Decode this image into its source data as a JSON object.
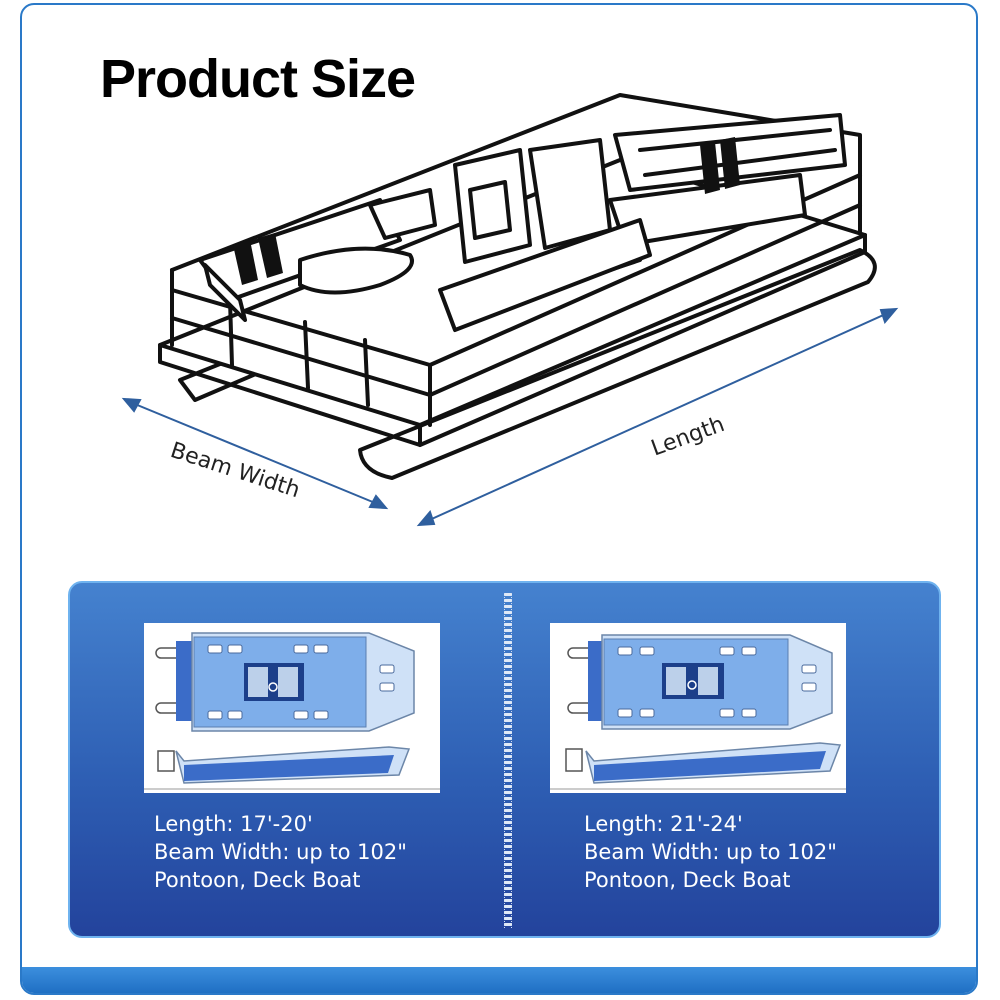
{
  "title": "Product Size",
  "diagram": {
    "beam_label": "Beam Width",
    "length_label": "Length"
  },
  "sizes": [
    {
      "length": "Length: 17'-20'",
      "beam": "Beam Width: up to 102\"",
      "type": "Pontoon, Deck Boat"
    },
    {
      "length": "Length: 21'-24'",
      "beam": "Beam Width: up to 102\"",
      "type": "Pontoon, Deck Boat"
    }
  ],
  "colors": {
    "panel_top": "#4582cf",
    "panel_bottom": "#23439c",
    "frame": "#2a79c8",
    "arrow": "#2f5f9e",
    "boat_hull": "#7eaeea",
    "boat_dark": "#3b6cc8"
  }
}
